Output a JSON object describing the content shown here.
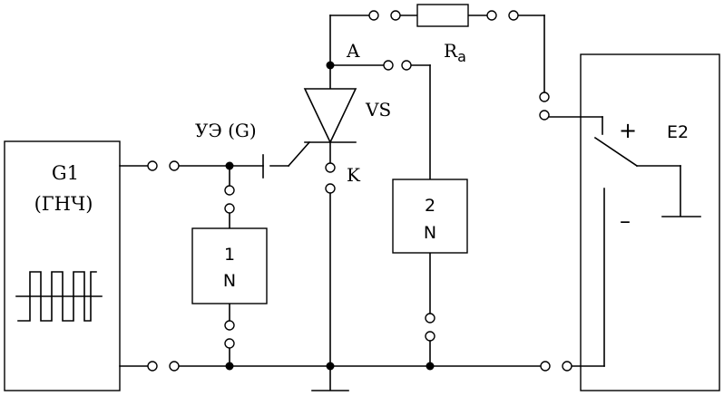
{
  "generator": {
    "name": "G1",
    "subtitle": "(ГНЧ)"
  },
  "thyristor": {
    "label": "VS",
    "gate": "УЭ (G)",
    "anode": "A",
    "cathode": "K"
  },
  "resistor": {
    "label_main": "R",
    "label_sub": "a"
  },
  "supply": {
    "name": "E2",
    "plus": "+",
    "minus": "–"
  },
  "meter1": {
    "number": "1",
    "unit": "N"
  },
  "meter2": {
    "number": "2",
    "unit": "N"
  }
}
